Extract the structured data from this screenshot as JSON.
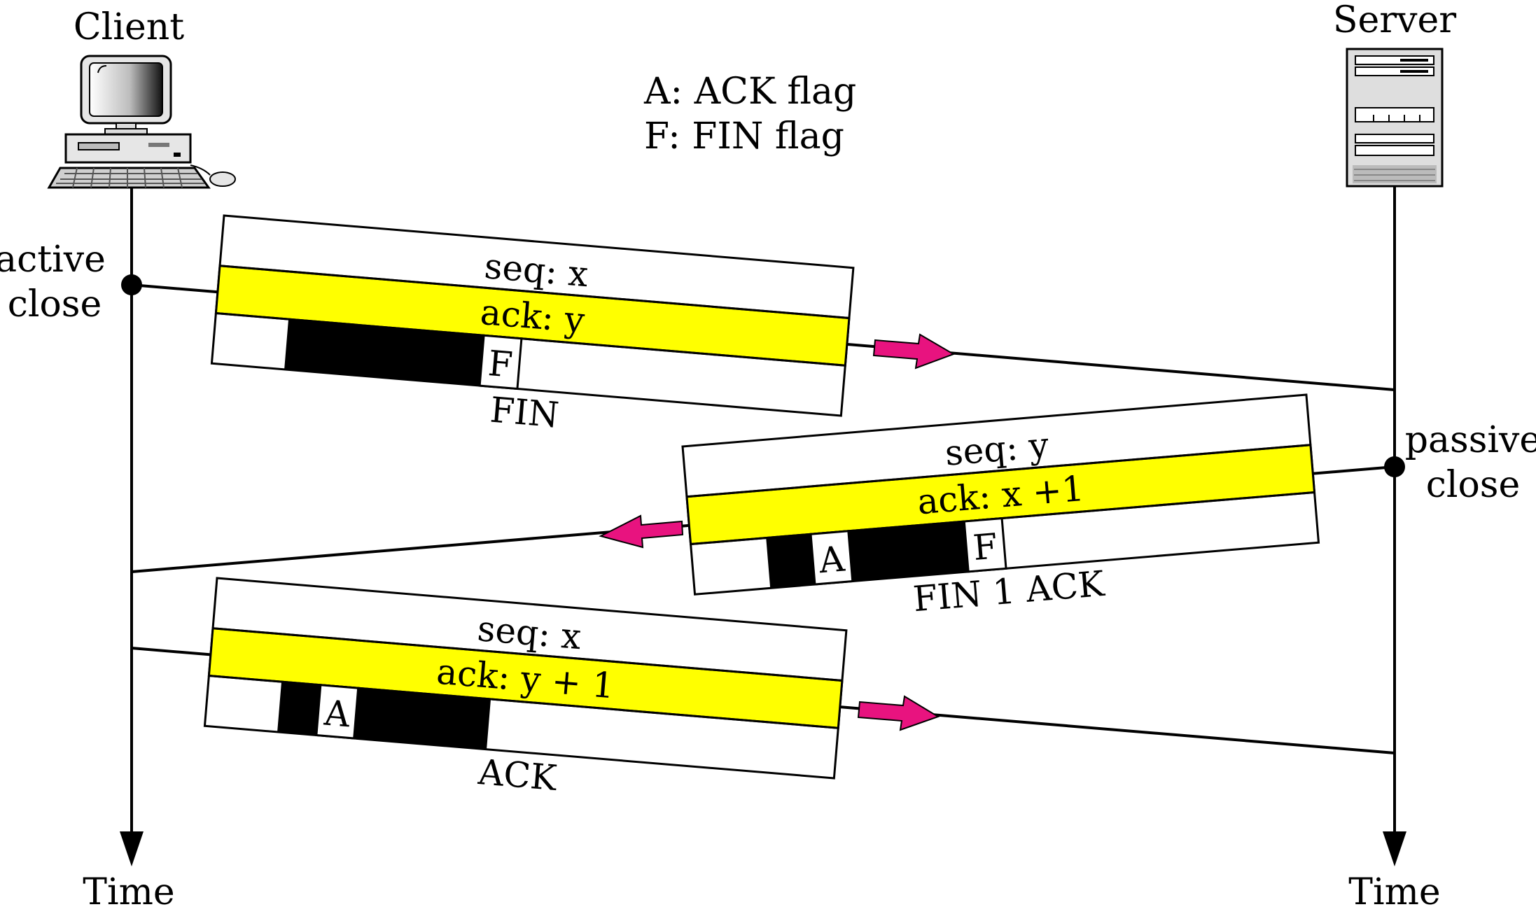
{
  "client_label": "Client",
  "server_label": "Server",
  "legend": [
    "A: ACK flag",
    "F: FIN flag"
  ],
  "client_state": [
    "active",
    "close"
  ],
  "server_state": [
    "passive",
    "close"
  ],
  "time_left": "Time",
  "time_right": "Time",
  "segments": [
    {
      "seq": "seq: x",
      "ack": "ack: y",
      "name": "FIN",
      "flags": [
        "F"
      ]
    },
    {
      "seq": "seq: y",
      "ack": "ack: x +1",
      "name": "FIN 1 ACK",
      "flags": [
        "A",
        "F"
      ]
    },
    {
      "seq": "seq: x",
      "ack": "ack: y + 1",
      "name": "ACK",
      "flags": [
        "A"
      ]
    }
  ],
  "colors": {
    "ack_field": "#ffff00",
    "arrow": "#e8137f",
    "flag_bar": "#000000"
  },
  "icons": [
    "desktop-computer-icon",
    "server-tower-icon"
  ]
}
